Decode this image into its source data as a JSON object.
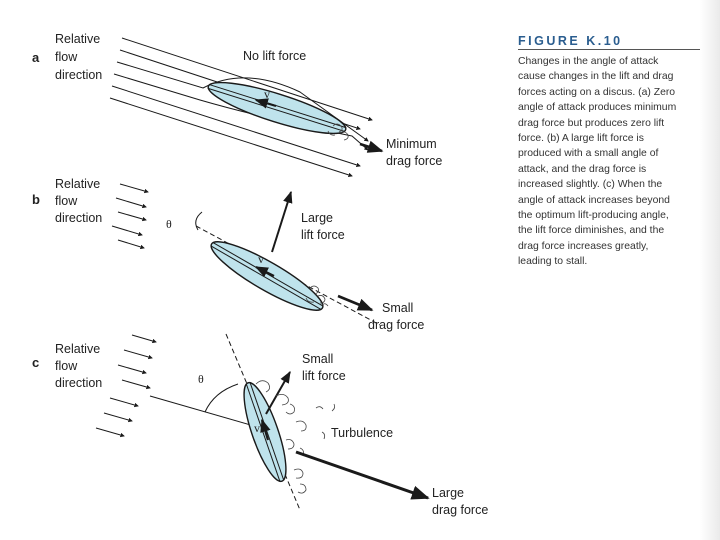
{
  "panels": [
    {
      "letter": "a",
      "flow_label": [
        "Relative",
        "flow",
        "direction"
      ],
      "lift_label": [
        "No lift force"
      ],
      "drag_label": [
        "Minimum",
        "drag force"
      ],
      "velocity": "v"
    },
    {
      "letter": "b",
      "flow_label": [
        "Relative",
        "flow",
        "direction"
      ],
      "angle": "θ",
      "lift_label": [
        "Large",
        "lift force"
      ],
      "drag_label": [
        "Small",
        "drag force"
      ],
      "velocity": "v"
    },
    {
      "letter": "c",
      "flow_label": [
        "Relative",
        "flow",
        "direction"
      ],
      "angle": "θ",
      "lift_label": [
        "Small",
        "lift force"
      ],
      "drag_label": [
        "Large",
        "drag force"
      ],
      "velocity": "v",
      "turbulence_label": "Turbulence"
    }
  ],
  "caption": {
    "heading": "FIGURE K.10",
    "lines": [
      "Changes in the angle of attack",
      "cause changes in the lift and drag",
      "forces acting on a discus. (a) Zero",
      "angle of attack produces minimum",
      "drag force but produces zero lift",
      "force. (b) A large lift force is",
      "produced with a small angle of",
      "attack, and the drag force is",
      "increased slightly. (c) When the",
      "angle of attack increases beyond",
      "the optimum lift-producing angle,",
      "the lift force diminishes, and the",
      "drag force increases greatly,",
      "leading to stall."
    ]
  },
  "colors": {
    "disc_fill": "#bfe3ec",
    "line": "#1a1a1a",
    "caption_heading": "#2a5d8f"
  }
}
